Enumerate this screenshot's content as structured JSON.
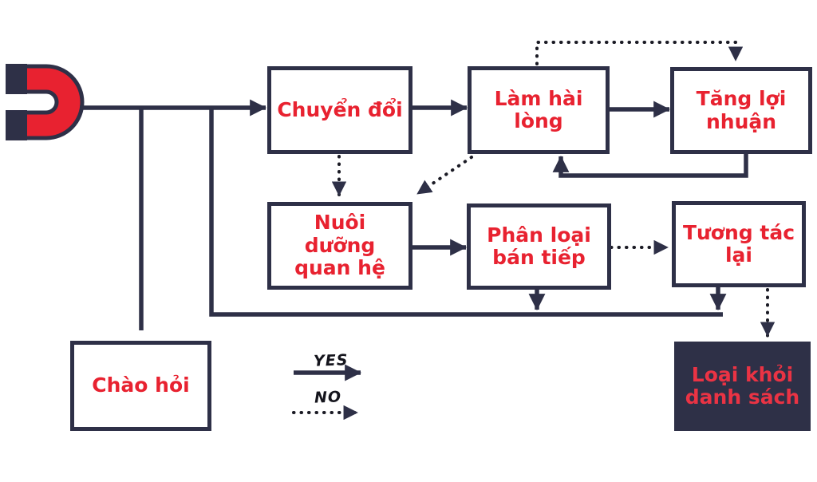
{
  "diagram": {
    "type": "flowchart",
    "language": "vi",
    "colors": {
      "ink": "#2e3047",
      "red": "#e82230",
      "dark_box_bg": "#2e3047",
      "dark_box_text": "#ea3344",
      "dotted": "#1a1a24",
      "legend_text": "#15151d",
      "background": "#ffffff"
    },
    "nodes": {
      "chuyen_doi": {
        "label": "Chuyển đổi"
      },
      "lam_hai_long": {
        "label": "Làm hài lòng"
      },
      "tang_loi_nhuan": {
        "label": "Tăng lợi nhuận"
      },
      "nuoi_duong_quan_he": {
        "label": "Nuôi dưỡng quan hệ"
      },
      "phan_loai_ban_tiep": {
        "label": "Phân loại bán tiếp"
      },
      "tuong_tac_lai": {
        "label": "Tương tác lại"
      },
      "chao_hoi": {
        "label": "Chào hỏi"
      },
      "loai_khoi_danh_sach": {
        "label": "Loại khỏi danh sách"
      }
    },
    "legend": {
      "yes_label": "YES",
      "no_label": "NO"
    },
    "edges": [
      {
        "from": "magnet",
        "to": "chuyen_doi",
        "style": "solid"
      },
      {
        "from": "magnet",
        "to": "chao_hoi",
        "style": "solid"
      },
      {
        "from": "magnet",
        "to": "return_line",
        "style": "solid"
      },
      {
        "from": "chuyen_doi",
        "to": "lam_hai_long",
        "style": "solid"
      },
      {
        "from": "chuyen_doi",
        "to": "nuoi_duong_quan_he",
        "style": "dotted"
      },
      {
        "from": "lam_hai_long",
        "to": "nuoi_duong_quan_he",
        "style": "dotted"
      },
      {
        "from": "lam_hai_long",
        "to": "tang_loi_nhuan",
        "style": "solid"
      },
      {
        "from": "lam_hai_long",
        "to": "tang_loi_nhuan",
        "style": "dotted"
      },
      {
        "from": "tang_loi_nhuan",
        "to": "lam_hai_long",
        "style": "solid"
      },
      {
        "from": "nuoi_duong_quan_he",
        "to": "phan_loai_ban_tiep",
        "style": "solid"
      },
      {
        "from": "phan_loai_ban_tiep",
        "to": "tuong_tac_lai",
        "style": "dotted"
      },
      {
        "from": "phan_loai_ban_tiep",
        "to": "return_line",
        "style": "solid"
      },
      {
        "from": "tuong_tac_lai",
        "to": "return_line",
        "style": "solid"
      },
      {
        "from": "tuong_tac_lai",
        "to": "loai_khoi_danh_sach",
        "style": "dotted"
      }
    ]
  }
}
